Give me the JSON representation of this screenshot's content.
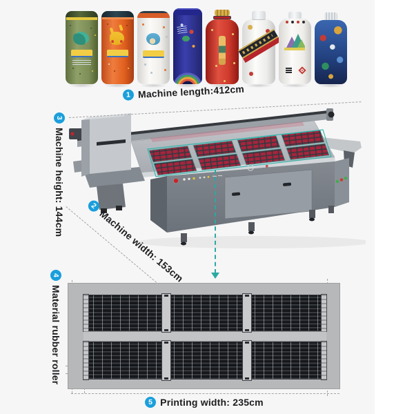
{
  "annotations": {
    "machine_length": {
      "num": "1",
      "label": "Machine length:412cm"
    },
    "machine_width": {
      "num": "2",
      "label": "Machine width: 153cm"
    },
    "machine_height": {
      "num": "3",
      "label": "Machine height: 144cm"
    },
    "material_roller": {
      "num": "4",
      "label": "Material rubber roller"
    },
    "printing_width": {
      "num": "5",
      "label": "Printing width: 235cm"
    }
  },
  "bottles": [
    {
      "name": "green-pokemon-tumbler"
    },
    {
      "name": "orange-pikachu-tumbler"
    },
    {
      "name": "white-squirtle-tumbler"
    },
    {
      "name": "blue-hummingbird-bottle"
    },
    {
      "name": "red-dragon-liquor-bottle"
    },
    {
      "name": "white-diagonal-band-liquor-bottle"
    },
    {
      "name": "white-landscape-art-bottle"
    },
    {
      "name": "colorful-opera-mask-bottle"
    }
  ],
  "printer": {
    "name": "uv-flatbed-printer"
  },
  "colors": {
    "badge_blue": "#1b9fdc",
    "accent_teal": "#2aa9a2",
    "print_tile_red": "#a8243c",
    "machine_gray": "#7a8087",
    "background": "#f6f6f7"
  }
}
